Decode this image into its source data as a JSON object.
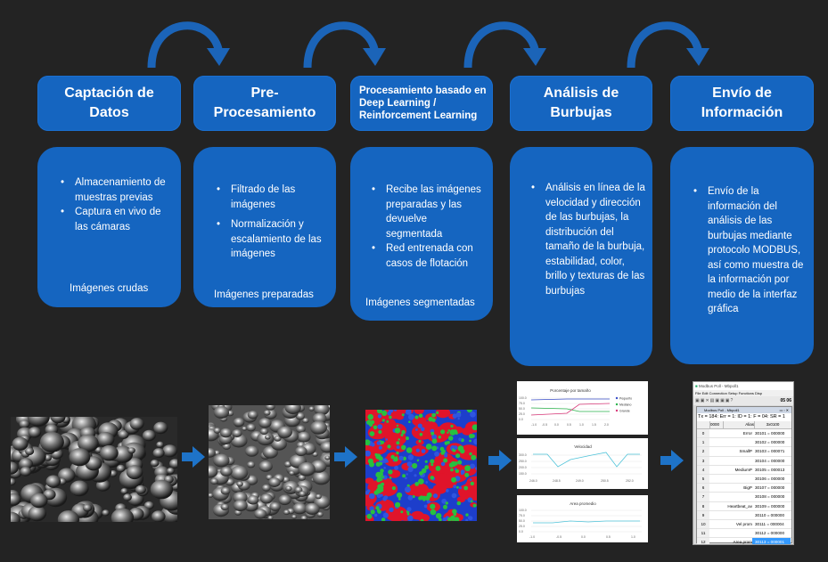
{
  "stages": [
    {
      "title_l1": "Captación de",
      "title_l2": "Datos",
      "bullets": [
        "Almacenamiento de muestras previas",
        "Captura en vivo de las cámaras"
      ],
      "footer": "Imágenes crudas"
    },
    {
      "title_l1": "Pre-",
      "title_l2": "Procesamiento",
      "bullets": [
        "Filtrado de las imágenes",
        "Normalización y escalamiento de las imágenes"
      ],
      "footer": "Imágenes preparadas"
    },
    {
      "title_l1": "Procesamiento basado en",
      "title_l2": "Deep Learning /",
      "title_l3": "Reinforcement Learning",
      "bullets": [
        "Recibe las imágenes preparadas y las devuelve segmentada",
        "Red entrenada con casos de flotación"
      ],
      "footer": "Imágenes segmentadas"
    },
    {
      "title_l1": "Análisis de",
      "title_l2": "Burbujas",
      "bullets": [
        "Análisis en línea de la velocidad y dirección de las burbujas, la distribución del tamaño de la burbuja, estabilidad, color, brillo y texturas de las burbujas"
      ],
      "footer": ""
    },
    {
      "title_l1": "Envío de",
      "title_l2": "Información",
      "bullets": [
        "Envío de la información del análisis de las burbujas mediante protocolo MODBUS, así como muestra de la información por medio de la interfaz gráfica"
      ],
      "footer": ""
    }
  ],
  "charts": [
    {
      "title": "Porcentaje por tamaño",
      "legend": [
        "Pequeño",
        "Mediano",
        "Grande"
      ],
      "yticks": [
        "100.0",
        "75.0",
        "50.0",
        "25.0",
        "0.0"
      ],
      "xticks": [
        "-1.0",
        "-0.5",
        "0.0",
        "0.5",
        "1.0",
        "1.5",
        "2.0"
      ]
    },
    {
      "title": "Velocidad",
      "yticks": [
        "300.0",
        "250.0",
        "200.0",
        "150.0"
      ],
      "xticks": [
        "246.0",
        "248.5",
        "249.0",
        "250.5",
        "252.0"
      ]
    },
    {
      "title": "Area promedio",
      "yticks": [
        "100.0",
        "75.0",
        "50.0",
        "25.0",
        "0.0"
      ],
      "xticks": [
        "-1.0",
        "-0.5",
        "0.0",
        "0.5",
        "1.0"
      ]
    }
  ],
  "modbus": {
    "title": "Modbus Poll - Mbpoll1",
    "menu": [
      "File",
      "Edit",
      "Connection",
      "Setup",
      "Functions",
      "Disp"
    ],
    "toolbar_num": "05 06",
    "status": "Tx = 184: Err = 1: ID = 1: F = 04: SR = 1",
    "col_alias": "Alias",
    "col_val": "3x0100",
    "rows": [
      {
        "n": "0",
        "alias": "Error",
        "val": "30101 = 000000"
      },
      {
        "n": "1",
        "alias": "",
        "val": "30102 = 000000"
      },
      {
        "n": "2",
        "alias": "SmallP",
        "val": "30103 = 000071"
      },
      {
        "n": "3",
        "alias": "",
        "val": "30104 = 000000"
      },
      {
        "n": "4",
        "alias": "MediumP",
        "val": "30105 = 000013"
      },
      {
        "n": "5",
        "alias": "",
        "val": "30106 = 000000"
      },
      {
        "n": "6",
        "alias": "BigP",
        "val": "30107 = 000000"
      },
      {
        "n": "7",
        "alias": "",
        "val": "30108 = 000000"
      },
      {
        "n": "8",
        "alias": "Heartbeat_av",
        "val": "30109 = 000000"
      },
      {
        "n": "9",
        "alias": "",
        "val": "30110 = 000000"
      },
      {
        "n": "10",
        "alias": "Vel prom",
        "val": "30111 = 000004"
      },
      {
        "n": "11",
        "alias": "",
        "val": "30112 = 000000"
      },
      {
        "n": "12",
        "alias": "Area prom",
        "val": "30113 = 000001"
      }
    ]
  },
  "colors": {
    "box": "#1565c0",
    "arrow": "#1e73c8",
    "background": "#232323"
  }
}
